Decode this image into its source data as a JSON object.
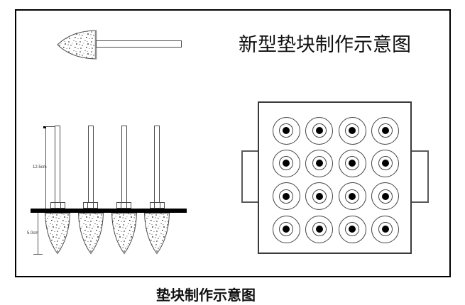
{
  "drawing": {
    "title": "新型垫块制作示意图",
    "caption": "垫块制作示意图",
    "background_color": "#ffffff",
    "line_color": "#000000"
  },
  "side_view": {
    "rod_length_label": "12.5cm",
    "pad_height_label": "5.0cm",
    "unit_count": 4
  },
  "plate_view": {
    "rows": 4,
    "cols": 4
  }
}
